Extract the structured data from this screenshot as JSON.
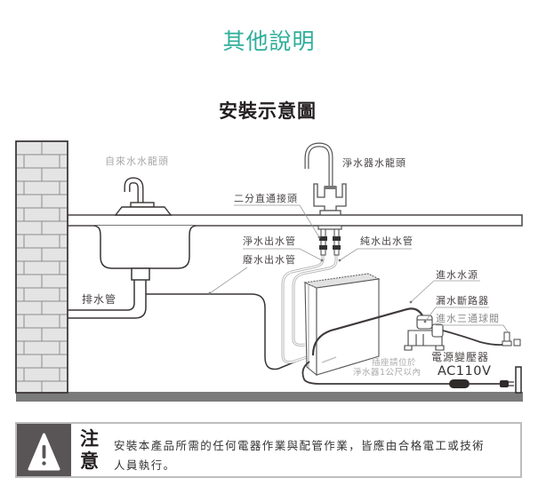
{
  "header": {
    "title": "其他說明",
    "color": "#2fae9a"
  },
  "diagram": {
    "title": "安裝示意圖",
    "labels": {
      "tap_water_faucet": "自來水水龍頭",
      "purifier_faucet": "淨水器水龍頭",
      "connector": "二分直通接頭",
      "clean_water_pipe": "淨水出水管",
      "waste_water_pipe": "廢水出水管",
      "pure_water_pipe": "純水出水管",
      "drain_pipe": "排水管",
      "water_inlet": "進水水源",
      "leak_breaker": "漏水斷路器",
      "ball_valve": "進水三通球閥",
      "transformer": "電源變壓器",
      "voltage": "AC110V",
      "socket_note_line1": "插座請位於",
      "socket_note_line2": "淨水器1公尺以內"
    }
  },
  "notice": {
    "icon": "warning-icon",
    "heading_line1": "注",
    "heading_line2": "意",
    "text_line1": "安裝本產品所需的任何電器作業與配管作業，皆應由合格電工或技術",
    "text_line2": "人員執行。"
  }
}
